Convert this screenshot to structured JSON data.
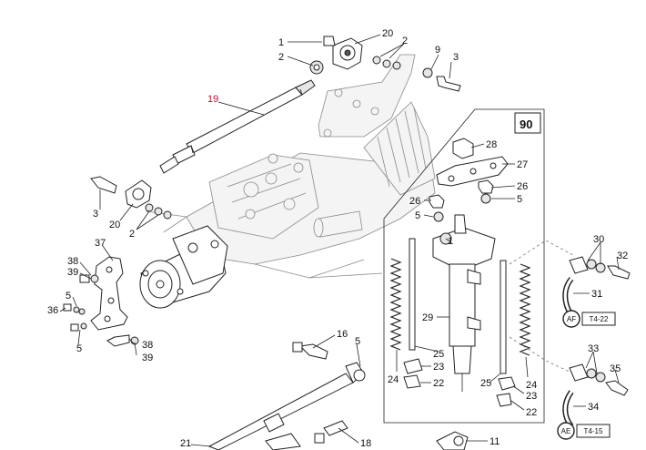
{
  "diagram": {
    "group_box_label": "90",
    "callouts": [
      {
        "id": "c-1a",
        "text": "1"
      },
      {
        "id": "c-20a",
        "text": "20"
      },
      {
        "id": "c-2a",
        "text": "2"
      },
      {
        "id": "c-2b",
        "text": "2"
      },
      {
        "id": "c-9",
        "text": "9"
      },
      {
        "id": "c-3a",
        "text": "3"
      },
      {
        "id": "c-19",
        "text": "19"
      },
      {
        "id": "c-3b",
        "text": "3"
      },
      {
        "id": "c-20b",
        "text": "20"
      },
      {
        "id": "c-2c",
        "text": "2"
      },
      {
        "id": "c-37",
        "text": "37"
      },
      {
        "id": "c-38a",
        "text": "38"
      },
      {
        "id": "c-39a",
        "text": "39"
      },
      {
        "id": "c-5a",
        "text": "5"
      },
      {
        "id": "c-36",
        "text": "36"
      },
      {
        "id": "c-5b",
        "text": "5"
      },
      {
        "id": "c-38b",
        "text": "38"
      },
      {
        "id": "c-39b",
        "text": "39"
      },
      {
        "id": "c-16",
        "text": "16"
      },
      {
        "id": "c-5c",
        "text": "5"
      },
      {
        "id": "c-21",
        "text": "21"
      },
      {
        "id": "c-18",
        "text": "18"
      },
      {
        "id": "c-28",
        "text": "28"
      },
      {
        "id": "c-27",
        "text": "27"
      },
      {
        "id": "c-26a",
        "text": "26"
      },
      {
        "id": "c-26b",
        "text": "26"
      },
      {
        "id": "c-5d",
        "text": "5"
      },
      {
        "id": "c-5e",
        "text": "5"
      },
      {
        "id": "c-1b",
        "text": "1"
      },
      {
        "id": "c-29",
        "text": "29"
      },
      {
        "id": "c-25a",
        "text": "25"
      },
      {
        "id": "c-23a",
        "text": "23"
      },
      {
        "id": "c-24a",
        "text": "24"
      },
      {
        "id": "c-22a",
        "text": "22"
      },
      {
        "id": "c-25b",
        "text": "25"
      },
      {
        "id": "c-24b",
        "text": "24"
      },
      {
        "id": "c-23b",
        "text": "23"
      },
      {
        "id": "c-22b",
        "text": "22"
      },
      {
        "id": "c-11",
        "text": "11"
      },
      {
        "id": "c-30",
        "text": "30"
      },
      {
        "id": "c-32",
        "text": "32"
      },
      {
        "id": "c-31",
        "text": "31"
      },
      {
        "id": "c-33",
        "text": "33"
      },
      {
        "id": "c-35",
        "text": "35"
      },
      {
        "id": "c-34",
        "text": "34"
      }
    ],
    "references": [
      {
        "id": "ref-af",
        "badge": "AF",
        "code": "T4-22"
      },
      {
        "id": "ref-ae",
        "badge": "AE",
        "code": "T4-15"
      }
    ],
    "colors": {
      "line": "#222222",
      "highlight_label": "#c8102e",
      "ghost_outline": "#8a8a8a",
      "background": "#ffffff"
    }
  }
}
